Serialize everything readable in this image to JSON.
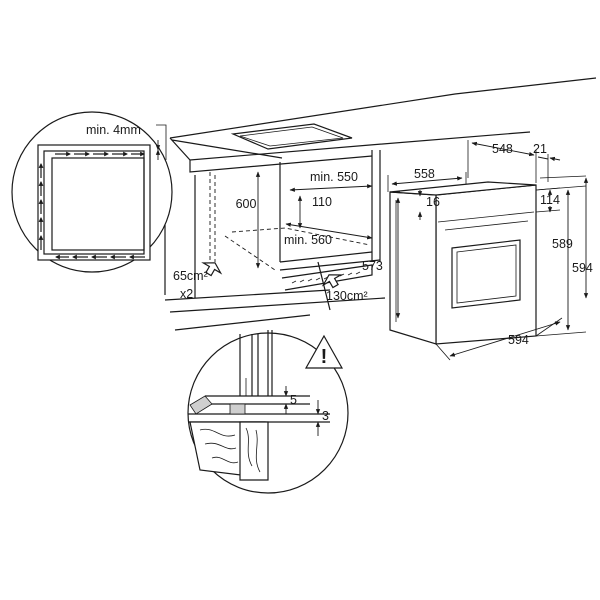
{
  "labels": {
    "gap_min": "min. 4mm",
    "niche_width": "min. 550",
    "niche_height": "600",
    "top_gap": "110",
    "niche_depth": "min. 560",
    "vent_left": "65cm²",
    "vent_left_count": "x2",
    "vent_right": "130cm²",
    "oven_width_top": "558",
    "oven_depth_top": "548",
    "door_offset": "21",
    "panel_16": "16",
    "panel_114": "114",
    "oven_body_height": "573",
    "front_height_inner": "589",
    "front_height_outer": "594",
    "front_width": "594",
    "detail_5": "5",
    "detail_3": "3",
    "warning_glyph": "!"
  },
  "colors": {
    "line": "#1a1a1a",
    "background": "#ffffff",
    "hatch": "#cfcfcf"
  },
  "icons": {
    "warning": "warning-triangle-icon",
    "airflow": "arrow-icon"
  }
}
